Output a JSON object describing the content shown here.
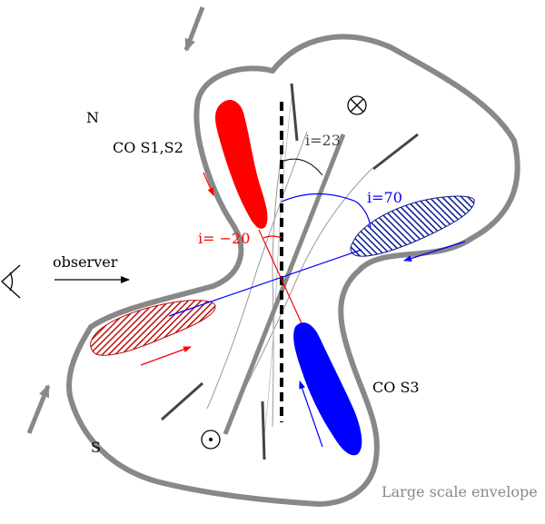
{
  "labels": {
    "north": "N",
    "south": "S",
    "co_s1_s2": "CO S1,S2",
    "co_s3": "CO S3",
    "observer": "observer",
    "incl_23": "i=23",
    "incl_70": "i=70",
    "incl_neg20": "i= −20",
    "envelope": "Large scale envelope"
  },
  "icons": {
    "into_page": "cross-in-circle-icon",
    "out_of_page": "dot-in-circle-icon",
    "eye": "eye-icon"
  },
  "colors": {
    "envelope": "#888888",
    "red": "#ff0000",
    "blue": "#0000ff",
    "dark_red": "#bb1111",
    "dark_blue": "#0a1a8c",
    "text": "#000000"
  }
}
